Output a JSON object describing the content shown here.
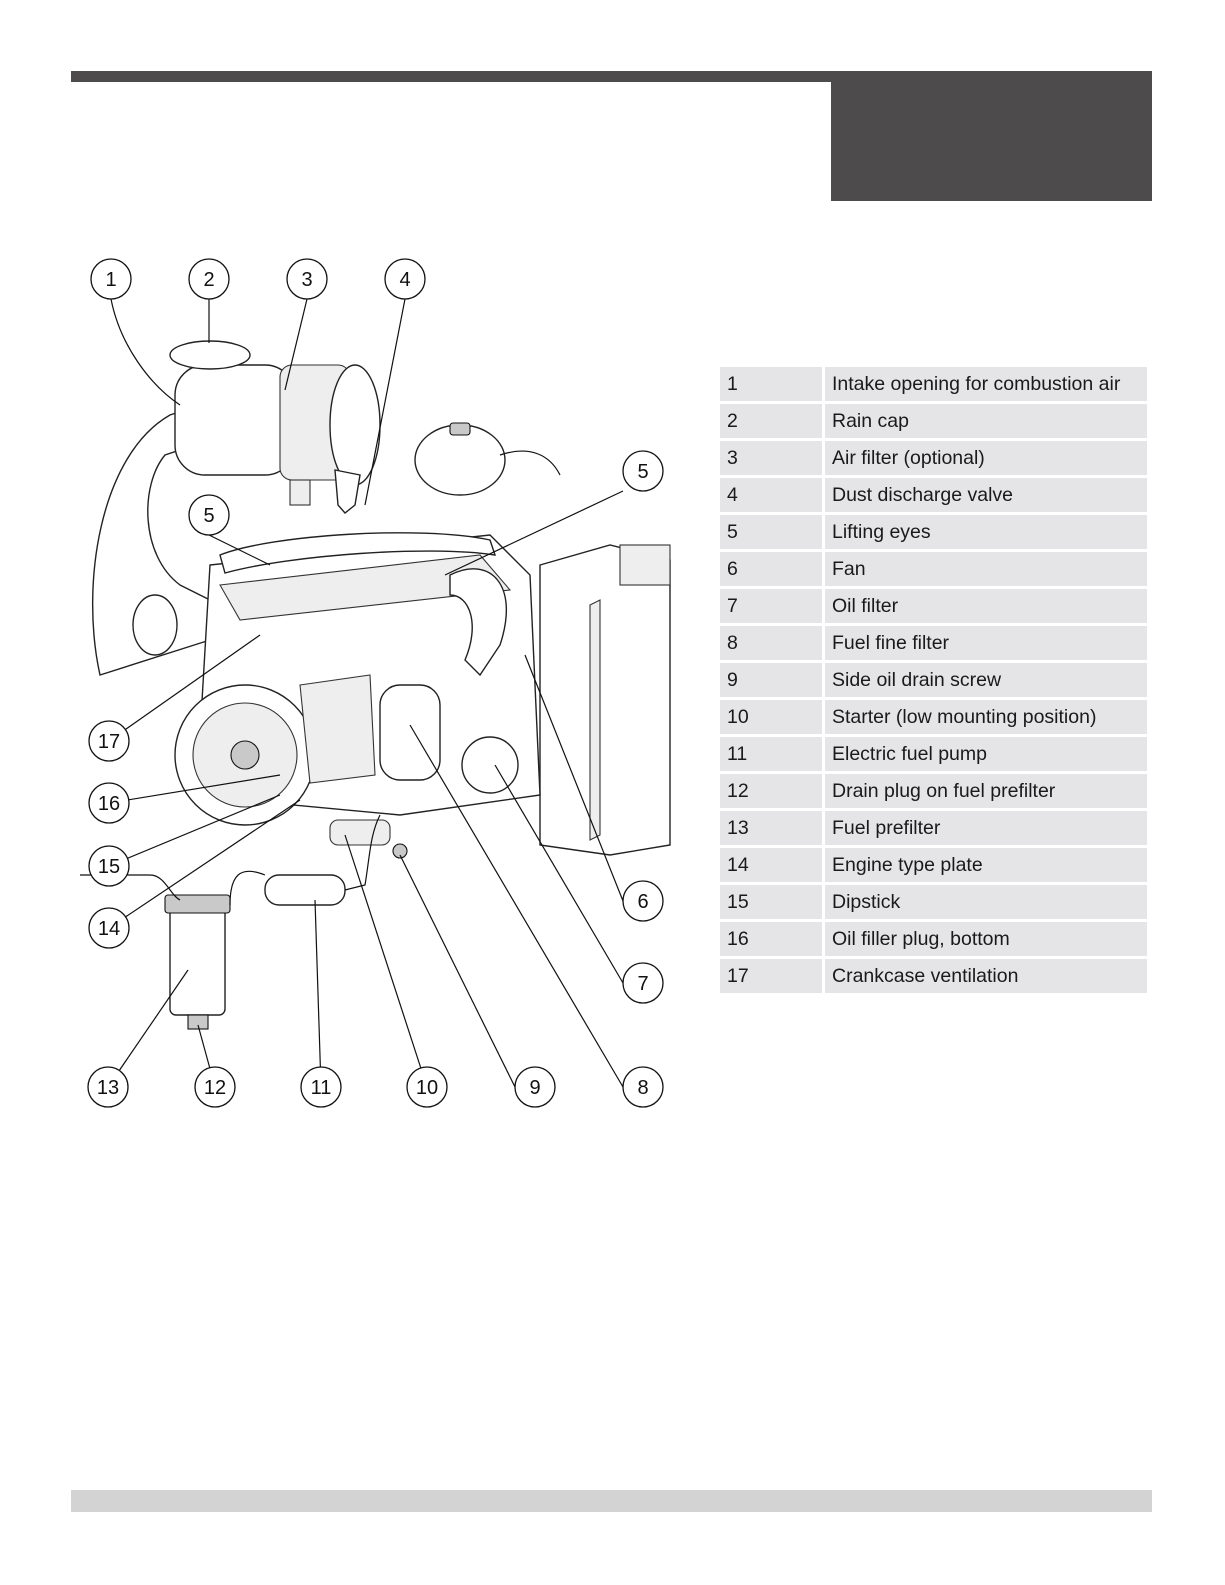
{
  "legend": [
    {
      "num": "1",
      "label": "Intake opening for combustion air"
    },
    {
      "num": "2",
      "label": "Rain cap"
    },
    {
      "num": "3",
      "label": "Air filter (optional)"
    },
    {
      "num": "4",
      "label": "Dust discharge valve"
    },
    {
      "num": "5",
      "label": "Lifting eyes"
    },
    {
      "num": "6",
      "label": "Fan"
    },
    {
      "num": "7",
      "label": "Oil filter"
    },
    {
      "num": "8",
      "label": "Fuel fine filter"
    },
    {
      "num": "9",
      "label": "Side oil drain screw"
    },
    {
      "num": "10",
      "label": "Starter (low mounting position)"
    },
    {
      "num": "11",
      "label": "Electric fuel pump"
    },
    {
      "num": "12",
      "label": "Drain plug on fuel prefilter"
    },
    {
      "num": "13",
      "label": "Fuel prefilter"
    },
    {
      "num": "14",
      "label": "Engine type plate"
    },
    {
      "num": "15",
      "label": "Dipstick"
    },
    {
      "num": "16",
      "label": "Oil filler plug, bottom"
    },
    {
      "num": "17",
      "label": "Crankcase ventilation"
    }
  ],
  "callouts": [
    "1",
    "2",
    "3",
    "4",
    "5",
    "5",
    "6",
    "7",
    "8",
    "9",
    "10",
    "11",
    "12",
    "13",
    "14",
    "15",
    "16",
    "17"
  ],
  "colors": {
    "header_bar": "#4d4b4b",
    "footer_bar": "#d3d3d3",
    "table_row": "#e5e5e8"
  }
}
